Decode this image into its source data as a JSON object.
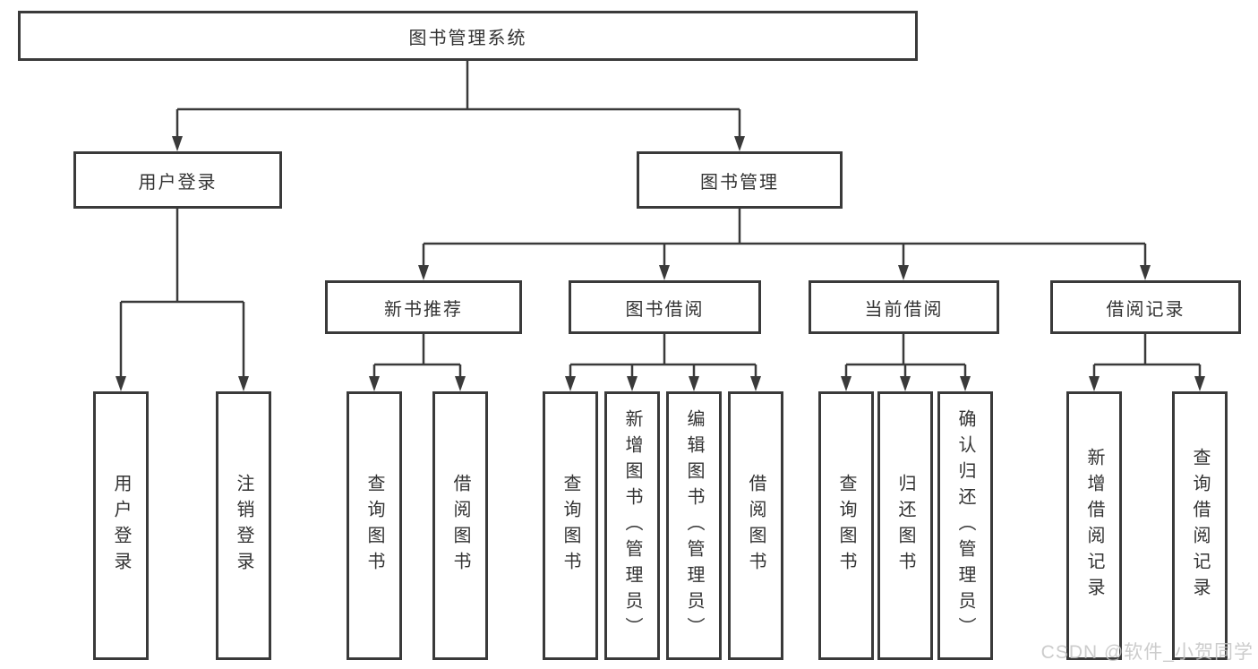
{
  "diagram_type": "hierarchy-tree",
  "colors": {
    "line": "#3a3a3a",
    "box_border": "#3a3a3a",
    "text": "#333333",
    "background": "#ffffff",
    "watermark": "#c3c3c3"
  },
  "tree": {
    "label": "图书管理系统",
    "children": [
      {
        "label": "用户登录",
        "children": [
          {
            "label": "用户登录"
          },
          {
            "label": "注销登录"
          }
        ]
      },
      {
        "label": "图书管理",
        "children": [
          {
            "label": "新书推荐",
            "children": [
              {
                "label": "查询图书"
              },
              {
                "label": "借阅图书"
              }
            ]
          },
          {
            "label": "图书借阅",
            "children": [
              {
                "label": "查询图书"
              },
              {
                "label": "新增图书（管理员）"
              },
              {
                "label": "编辑图书（管理员）"
              },
              {
                "label": "借阅图书"
              }
            ]
          },
          {
            "label": "当前借阅",
            "children": [
              {
                "label": "查询图书"
              },
              {
                "label": "归还图书"
              },
              {
                "label": "确认归还（管理员）"
              }
            ]
          },
          {
            "label": "借阅记录",
            "children": [
              {
                "label": "新增借阅记录"
              },
              {
                "label": "查询借阅记录"
              }
            ]
          }
        ]
      }
    ]
  },
  "watermark": {
    "text": "CSDN @软件_小贺同学"
  }
}
